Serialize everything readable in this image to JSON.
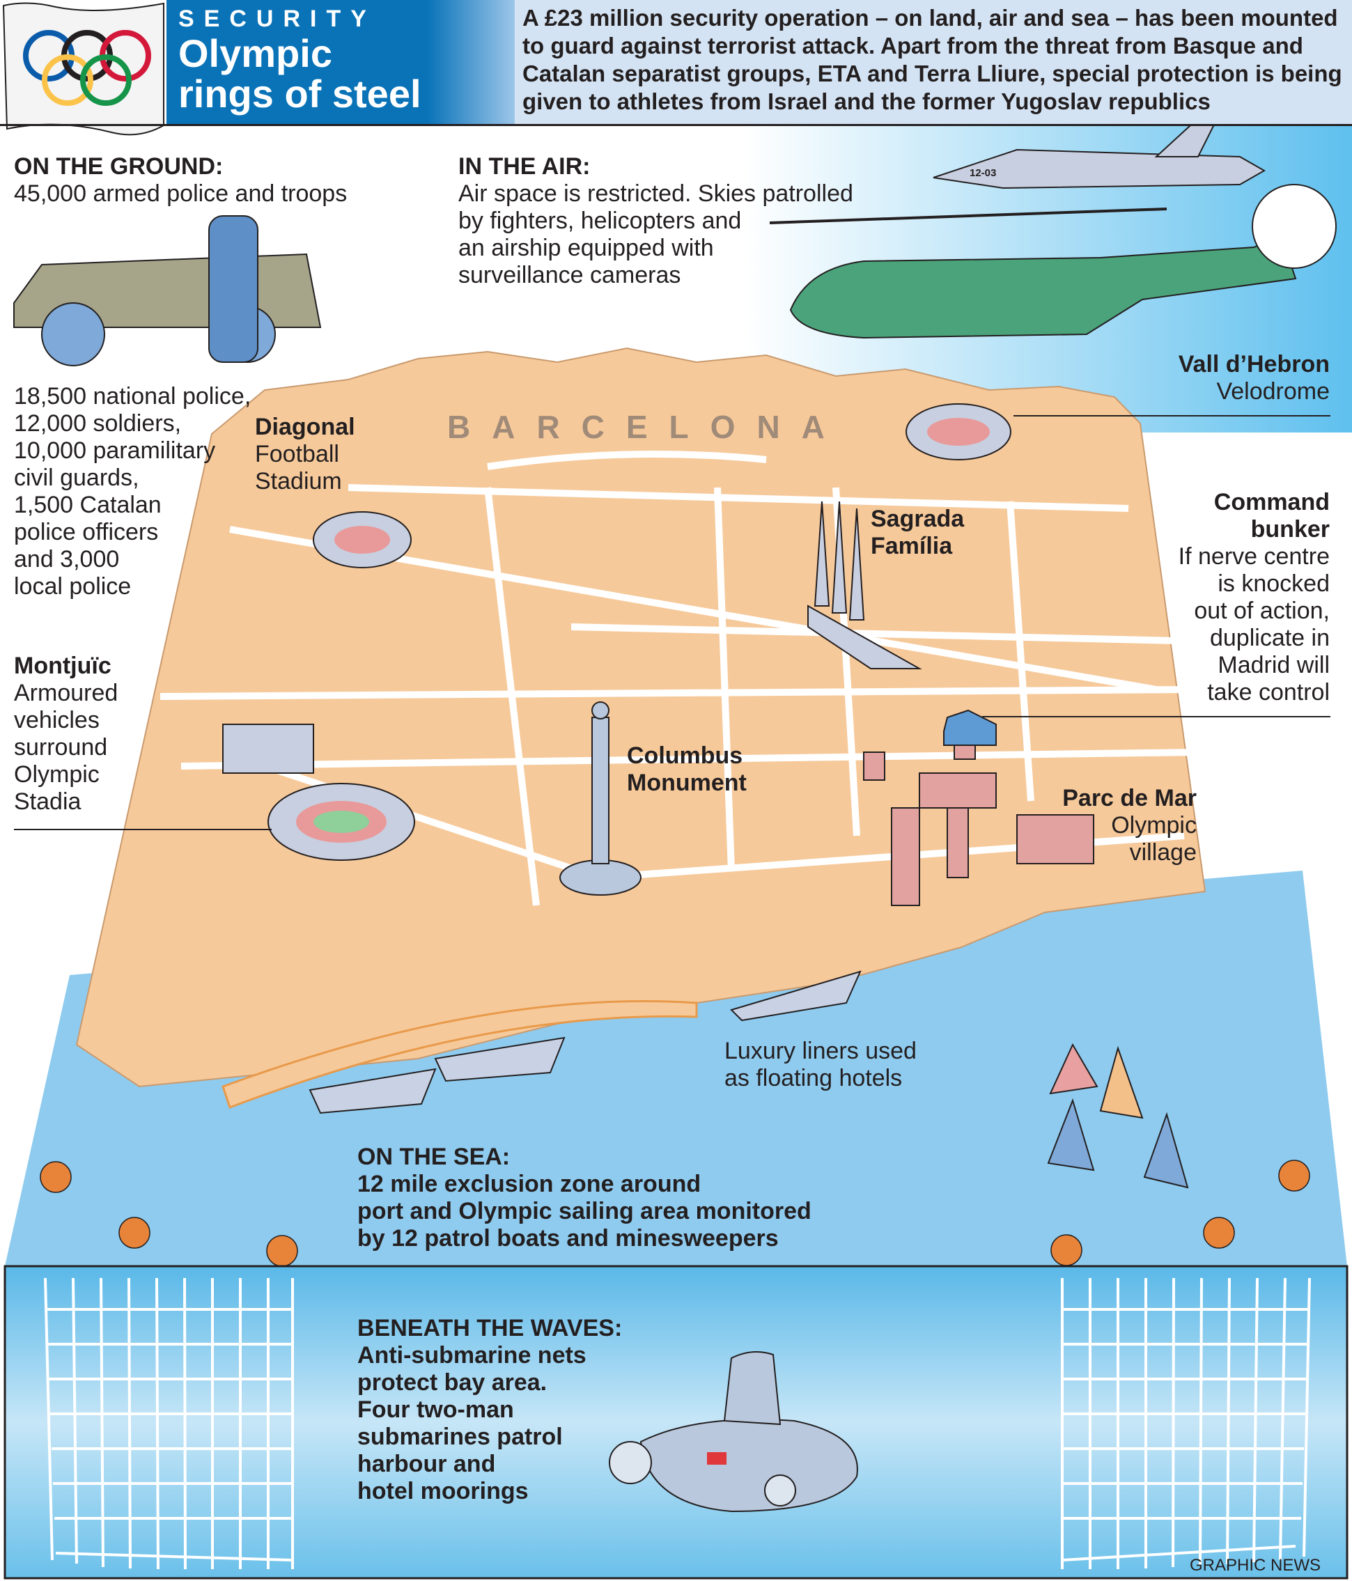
{
  "header": {
    "kicker": "SECURITY",
    "title_line1": "Olympic",
    "title_line2": "rings of steel",
    "intro": "A £23 million security operation – on land, air and sea – has been mounted to guard against terrorist attack. Apart from the threat from Basque and Catalan separatist groups, ETA and Terra Lliure, special protection is being given to athletes from Israel and the former Yugoslav republics"
  },
  "ground": {
    "heading": "ON THE GROUND:",
    "summary": "45,000 armed police and troops",
    "breakdown": [
      "18,500 national police,",
      "12,000 soldiers,",
      "10,000 paramilitary",
      "civil guards,",
      "1,500 Catalan",
      "police officers",
      "and 3,000",
      "local police"
    ]
  },
  "air": {
    "heading": "IN THE AIR:",
    "lines": [
      "Air space is restricted. Skies patrolled",
      "by fighters, helicopters and",
      "an airship equipped with",
      "surveillance cameras"
    ],
    "jet_marking": "12-03"
  },
  "map": {
    "city": "BARCELONA",
    "diagonal": {
      "name": "Diagonal",
      "desc": [
        "Football",
        "Stadium"
      ]
    },
    "vall": {
      "name": "Vall d’Hebron",
      "desc": "Velodrome"
    },
    "sagrada": {
      "name": [
        "Sagrada",
        "Família"
      ]
    },
    "bunker": {
      "name": [
        "Command",
        "bunker"
      ],
      "desc": [
        "If nerve centre",
        "is knocked",
        "out of action,",
        "duplicate in",
        "Madrid will",
        "take control"
      ]
    },
    "montjuic": {
      "name": "Montjuïc",
      "desc": [
        "Armoured",
        "vehicles",
        "surround",
        "Olympic",
        "Stadia"
      ]
    },
    "columbus": {
      "name": [
        "Columbus",
        "Monument"
      ]
    },
    "parc": {
      "name": "Parc de Mar",
      "desc": [
        "Olympic",
        "village"
      ]
    },
    "liners": [
      "Luxury liners used",
      "as floating hotels"
    ]
  },
  "sea": {
    "heading": "ON THE SEA:",
    "lines": [
      "12 mile exclusion zone around",
      "port and Olympic sailing area monitored",
      "by 12 patrol boats and minesweepers"
    ]
  },
  "waves": {
    "heading": "BENEATH THE WAVES:",
    "lines": [
      "Anti-submarine nets",
      "protect bay area.",
      "Four two-man",
      "submarines patrol",
      "harbour and",
      "hotel moorings"
    ]
  },
  "credit": "GRAPHIC NEWS",
  "colors": {
    "header_blue": "#0a73b8",
    "land": "#f6c99a",
    "sea": "#8fcbef",
    "deep": "#6ac0ea",
    "road": "#ffffff"
  }
}
